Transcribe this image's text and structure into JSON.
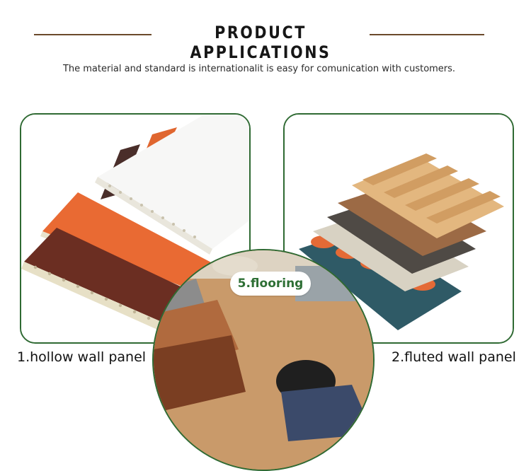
{
  "header": {
    "title": "PRODUCT APPLICATIONS",
    "subtitle": "The material and standard is internationalit is easy for comunication with customers."
  },
  "products": [
    {
      "label": "1.hollow wall panel",
      "image": "hollow-wall-panel-photo"
    },
    {
      "label": "2.fluted wall panel",
      "image": "fluted-wall-panel-photo"
    },
    {
      "label": "5.flooring",
      "image": "flooring-photo"
    }
  ],
  "colors": {
    "border_green": "#2f6a33",
    "label_green": "#2e6f35",
    "title_line": "#6b4a2b",
    "panel_orange": "#e0622c",
    "panel_brown": "#6b2f22",
    "wood_light": "#e3b77f"
  }
}
